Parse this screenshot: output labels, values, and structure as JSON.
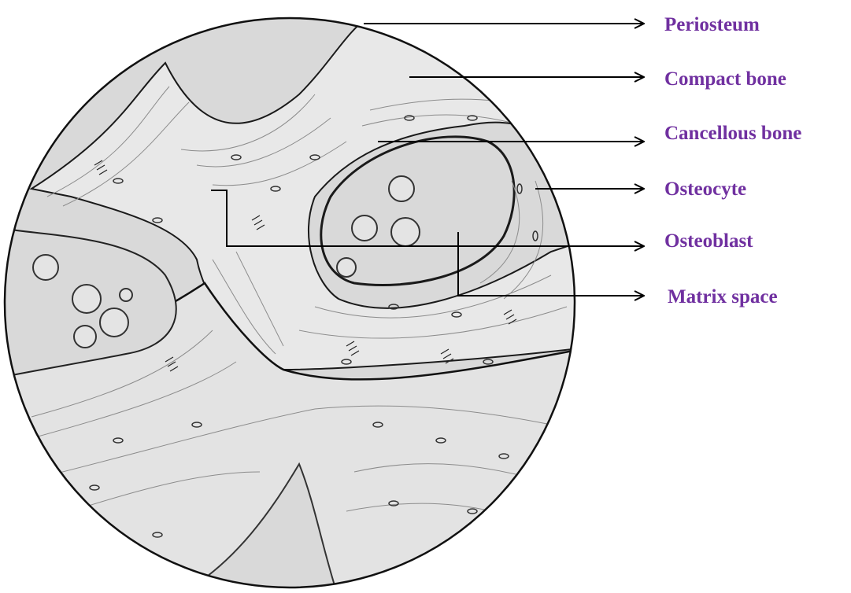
{
  "labels": {
    "periosteum": "Periosteum",
    "compact_bone": "Compact bone",
    "cancellous_bone": "Cancellous bone",
    "osteocyte": "Osteocyte",
    "osteoblast": "Osteoblast",
    "matrix_space": "Matrix space"
  },
  "colors": {
    "label_text": "#7030A0",
    "outline": "#111111",
    "tissue": "#e8e8e8",
    "space": "#d9d9d9",
    "fibers": "#8c8c8c"
  }
}
